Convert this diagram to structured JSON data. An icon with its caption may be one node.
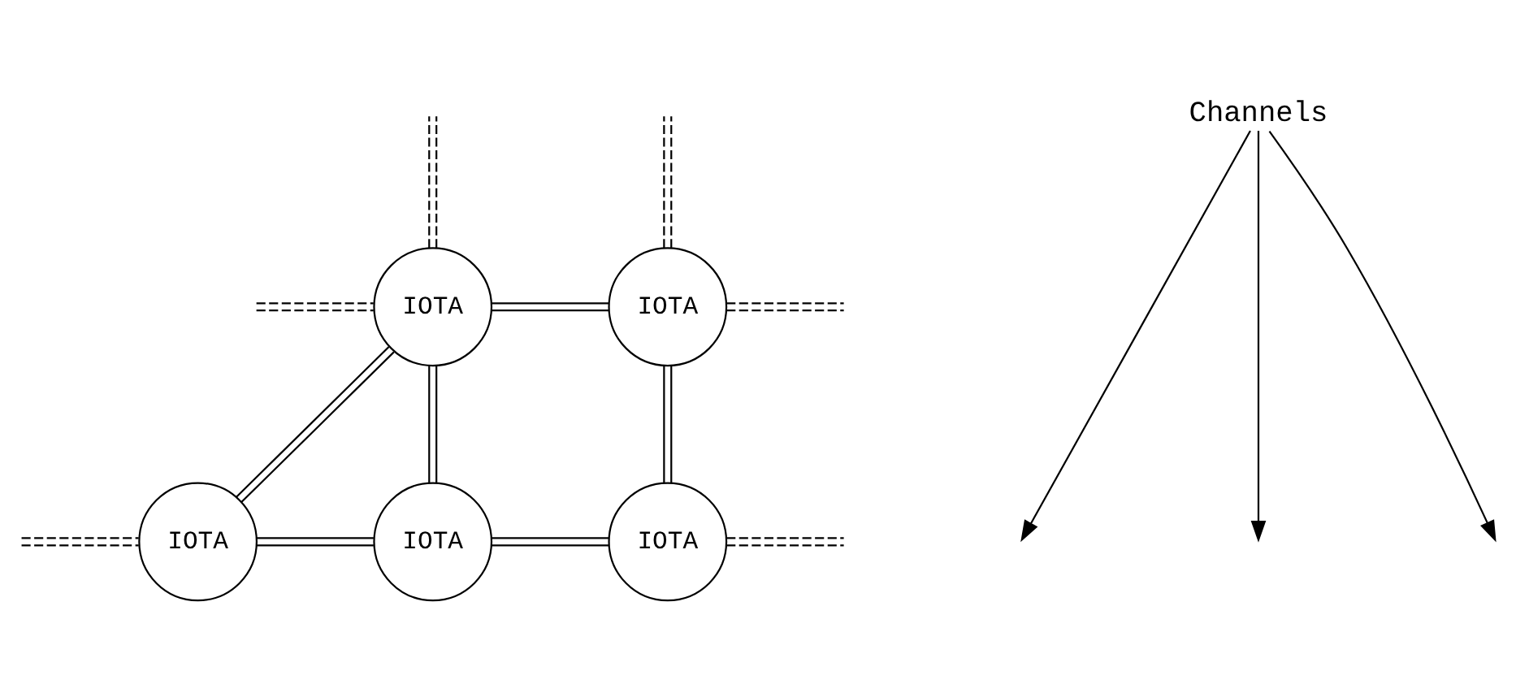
{
  "diagram": {
    "nodes": [
      {
        "text": [
          "IOTA"
        ]
      },
      {
        "text": [
          "IOTA"
        ]
      },
      {
        "text": [
          "IOTA"
        ]
      },
      {
        "text": [
          "IOTA"
        ]
      },
      {
        "text": [
          "IOTA"
        ]
      },
      {
        "text": [
          "Channels"
        ]
      }
    ],
    "edges": [
      {
        "from": 0,
        "to": 1,
        "arrow": "none"
      },
      {
        "from": 0,
        "to": 2,
        "arrow": "none"
      },
      {
        "from": 0,
        "to": 3,
        "arrow": "none"
      },
      {
        "from": 1,
        "to": 4,
        "arrow": "none"
      },
      {
        "from": 2,
        "to": 3,
        "arrow": "none"
      },
      {
        "from": 3,
        "to": 4,
        "arrow": "none"
      },
      {
        "from": 0,
        "to": null,
        "arrow": "none",
        "style": "dashed"
      },
      {
        "from": 0,
        "to": null,
        "arrow": "none",
        "style": "dashed"
      },
      {
        "from": 1,
        "to": null,
        "arrow": "none",
        "style": "dashed"
      },
      {
        "from": 1,
        "to": null,
        "arrow": "none",
        "style": "dashed"
      },
      {
        "from": 2,
        "to": null,
        "arrow": "none",
        "style": "dashed"
      },
      {
        "from": 4,
        "to": null,
        "arrow": "none",
        "style": "dashed"
      },
      {
        "from": 5,
        "to": null,
        "arrow": "to"
      },
      {
        "from": 5,
        "to": null,
        "arrow": "to"
      },
      {
        "from": 5,
        "to": null,
        "arrow": "to"
      }
    ]
  }
}
